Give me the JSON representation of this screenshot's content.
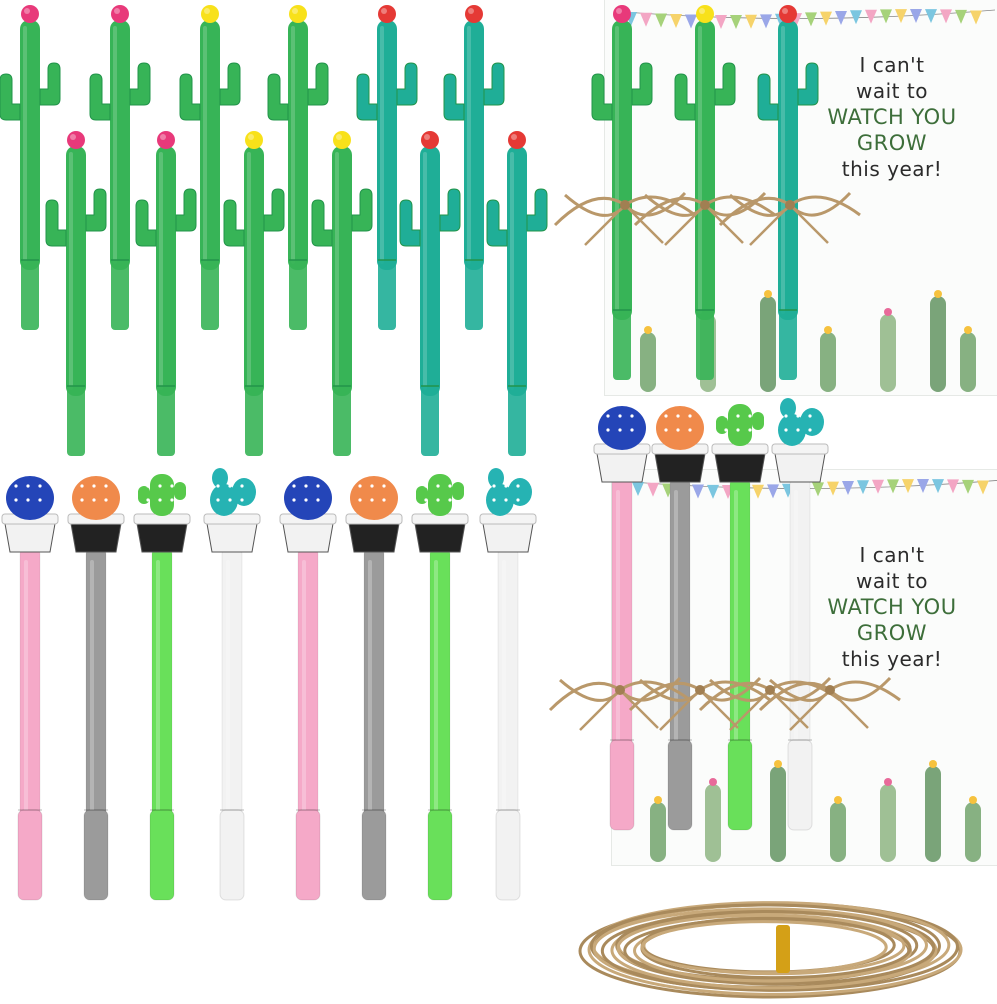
{
  "card": {
    "lines": [
      "I can't",
      "wait to",
      "WATCH YOU",
      "GROW",
      "this year!"
    ]
  },
  "colors": {
    "cactus_green": "#37b457",
    "cactus_dark": "#22944a",
    "cactus_teal": "#1fae97",
    "flower_pink": "#e8397a",
    "flower_yellow": "#f8e11a",
    "flower_red": "#e53935",
    "pen_pink": "#f5a9c8",
    "pen_gray": "#9b9b9b",
    "pen_lime": "#69e05a",
    "pen_white": "#f2f2f2",
    "twine": "#b9986a"
  },
  "pens": {
    "cactus_pen_count": 15,
    "potted_pen_count": 12
  }
}
